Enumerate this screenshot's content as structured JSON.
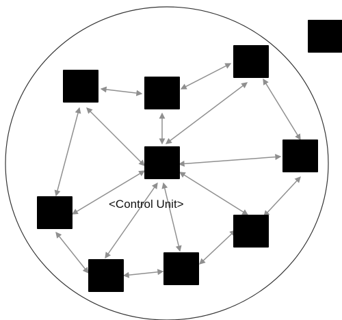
{
  "diagram": {
    "control_unit_label": "<Control Unit>",
    "colors": {
      "boundary": "#333333",
      "edge": "#8f8f8f",
      "board": "#123a86",
      "module": "#bcd4a2",
      "label": "#111111"
    },
    "nodes": [
      {
        "id": "top-left",
        "label": ""
      },
      {
        "id": "top-middle",
        "label": ""
      },
      {
        "id": "top-right",
        "label": ""
      },
      {
        "id": "outside",
        "label": ""
      },
      {
        "id": "center",
        "label": ""
      },
      {
        "id": "right",
        "label": ""
      },
      {
        "id": "left",
        "label": ""
      },
      {
        "id": "lower-right",
        "label": ""
      },
      {
        "id": "bottom-left",
        "label": ""
      },
      {
        "id": "bottom-middle",
        "label": ""
      }
    ],
    "edges": [
      {
        "from": "top-left",
        "to": "top-middle",
        "type": "bidirectional"
      },
      {
        "from": "top-middle",
        "to": "top-right",
        "type": "bidirectional"
      },
      {
        "from": "top-left",
        "to": "left",
        "type": "bidirectional"
      },
      {
        "from": "top-left",
        "to": "center",
        "type": "bidirectional"
      },
      {
        "from": "top-middle",
        "to": "center",
        "type": "bidirectional"
      },
      {
        "from": "top-right",
        "to": "center",
        "type": "bidirectional"
      },
      {
        "from": "top-right",
        "to": "right",
        "type": "bidirectional"
      },
      {
        "from": "center",
        "to": "right",
        "type": "bidirectional"
      },
      {
        "from": "center",
        "to": "left",
        "type": "bidirectional"
      },
      {
        "from": "center",
        "to": "bottom-left",
        "type": "bidirectional"
      },
      {
        "from": "center",
        "to": "bottom-middle",
        "type": "bidirectional"
      },
      {
        "from": "center",
        "to": "lower-right",
        "type": "bidirectional"
      },
      {
        "from": "left",
        "to": "bottom-left",
        "type": "bidirectional"
      },
      {
        "from": "bottom-left",
        "to": "bottom-middle",
        "type": "bidirectional"
      },
      {
        "from": "bottom-middle",
        "to": "lower-right",
        "type": "bidirectional"
      },
      {
        "from": "lower-right",
        "to": "right",
        "type": "bidirectional"
      }
    ]
  }
}
